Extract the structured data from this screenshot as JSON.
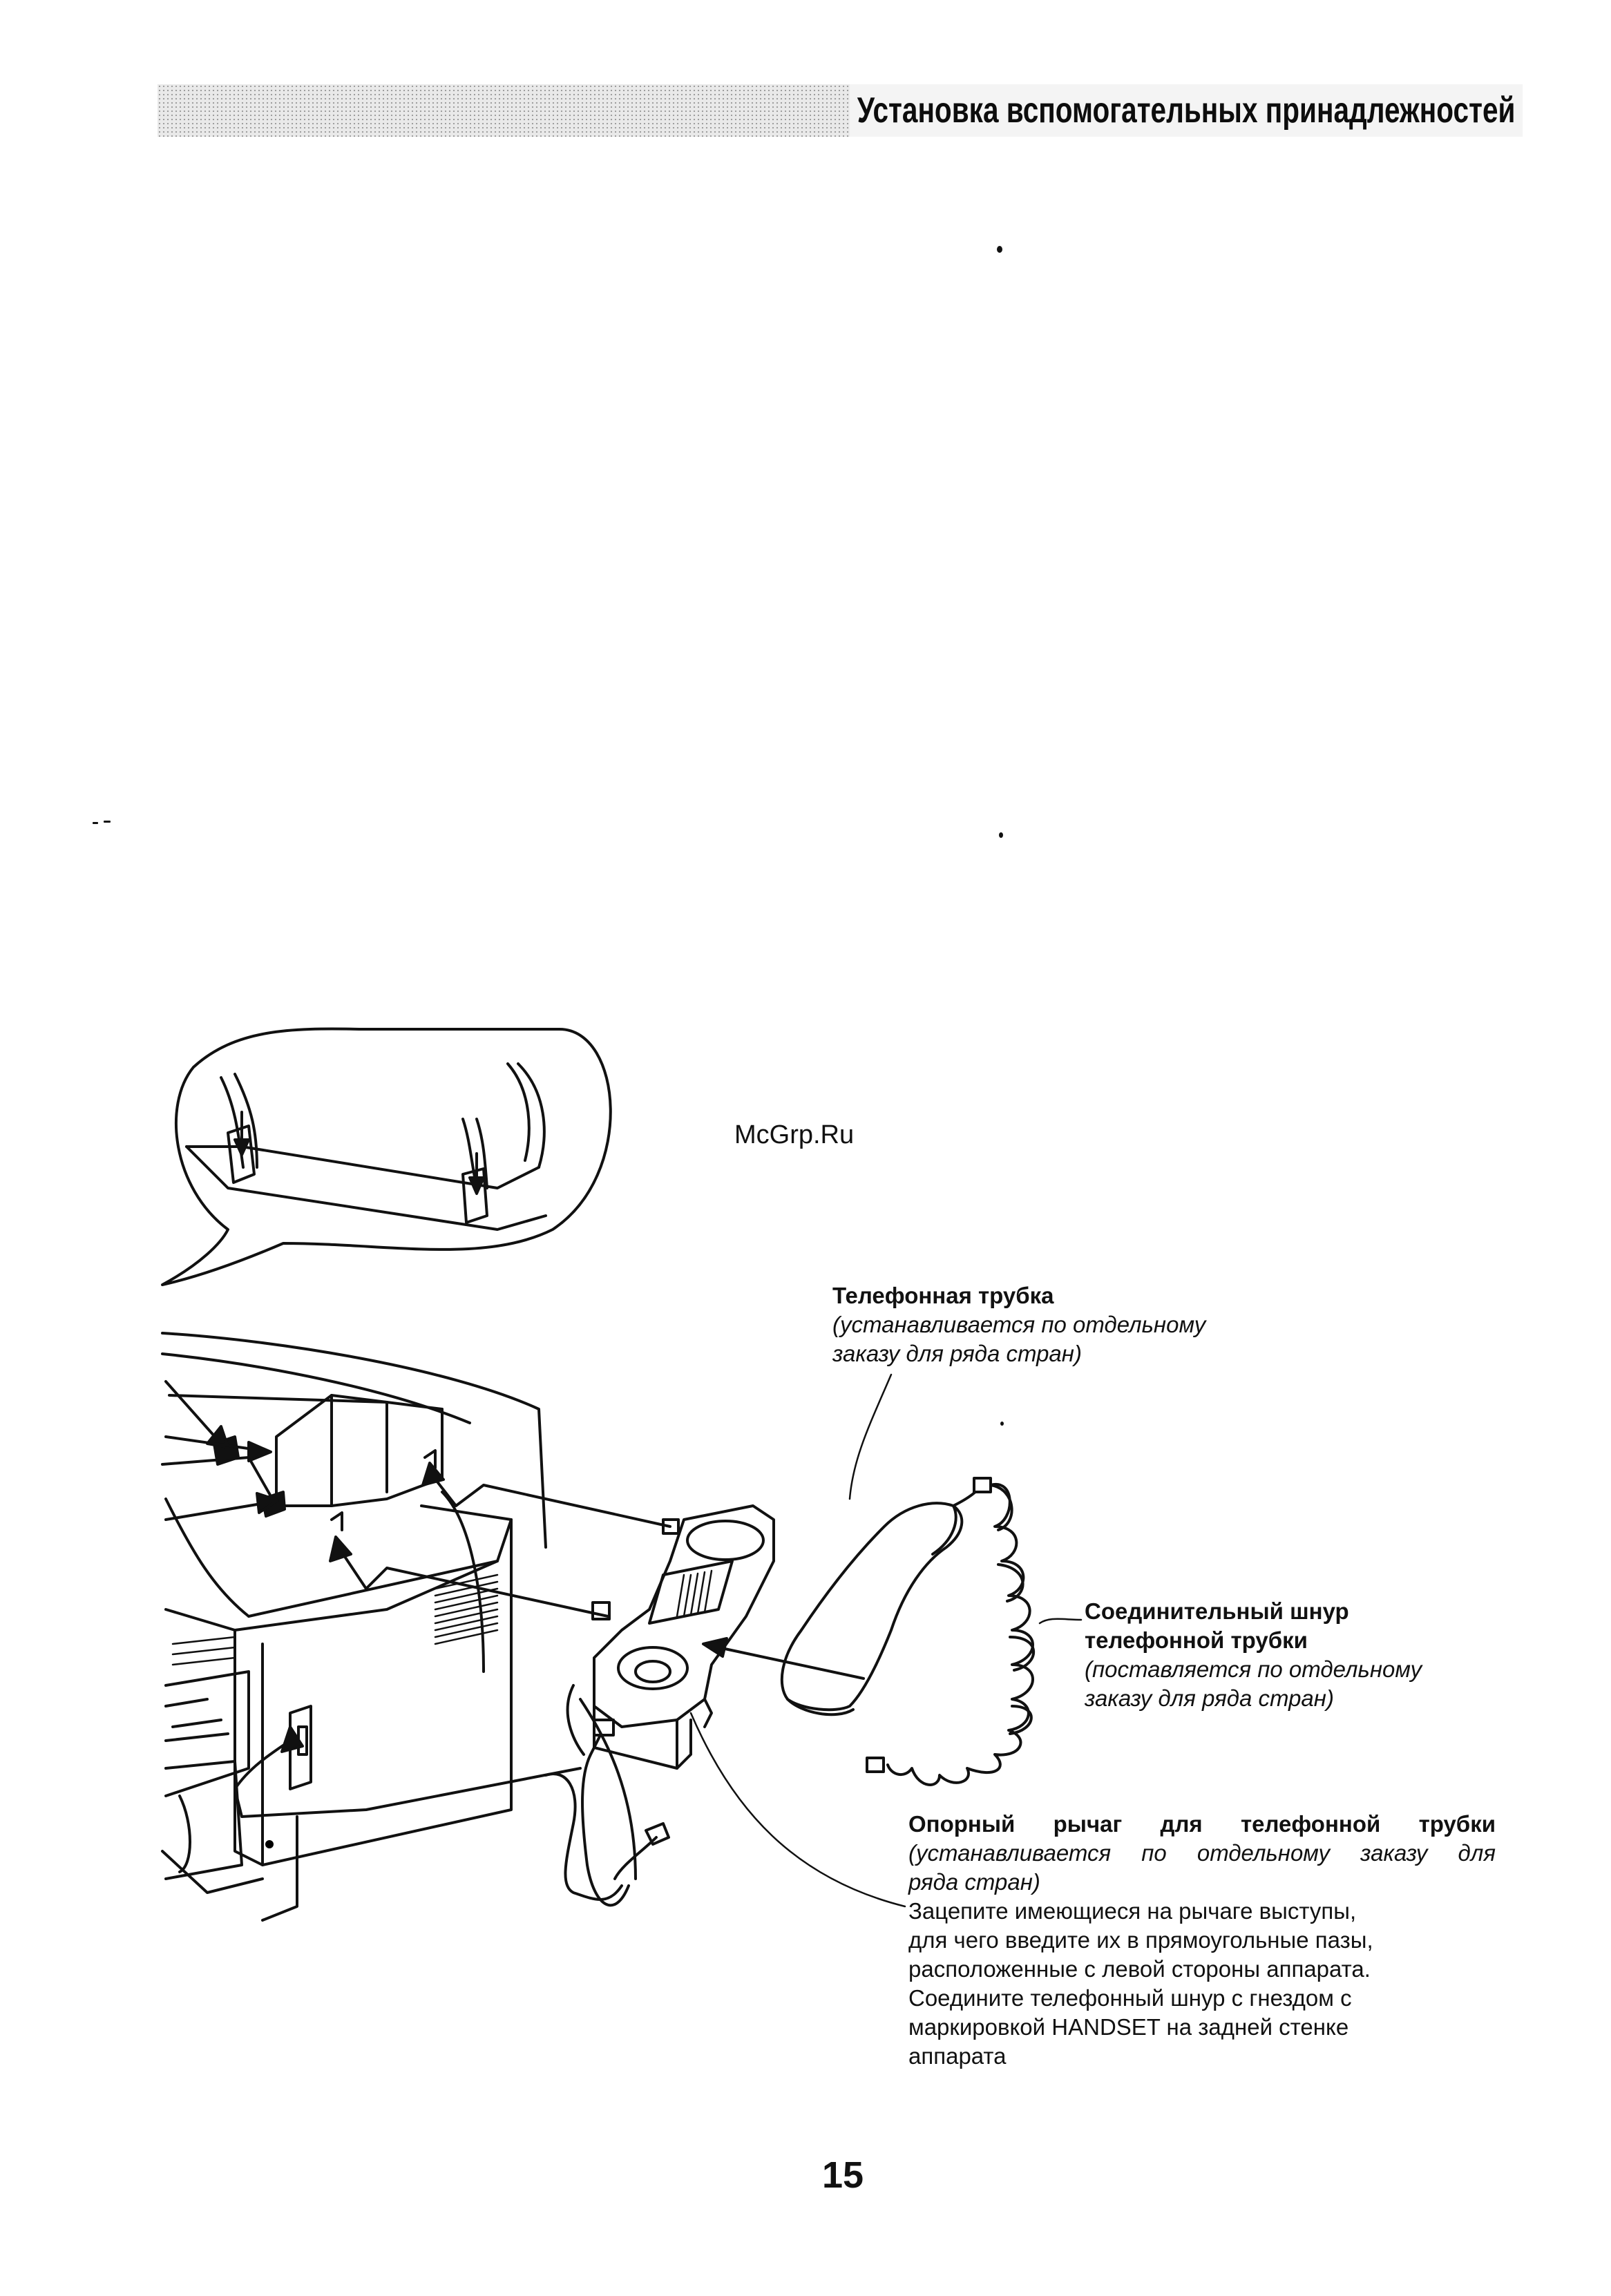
{
  "header": {
    "title": "Установка вспомогательных принадлежностей"
  },
  "watermark": "McGrp.Ru",
  "labels": {
    "handset": {
      "title": "Телефонная трубка",
      "note_line1": "(устанавливается по отдельному",
      "note_line2": "заказу для ряда стран)"
    },
    "handset_cord": {
      "title_line1": "Соединительный шнур",
      "title_line2": "телефонной трубки",
      "note_line1": "(поставляется по отдельному",
      "note_line2": "заказу для ряда стран)"
    },
    "handset_rest": {
      "title": "Опорный рычаг для телефонной трубки",
      "note_line1": "(устанавливается по отдельному заказу для",
      "note_line2": "ряда стран)",
      "instructions": [
        "Зацепите имеющиеся на рычаге выступы,",
        "для чего введите их в прямоугольные пазы,",
        "расположенные с левой стороны аппарата.",
        "Соедините телефонный шнур с гнездом с",
        "маркировкой HANDSET на задней стенке",
        "аппарата"
      ]
    }
  },
  "page_number": "15"
}
